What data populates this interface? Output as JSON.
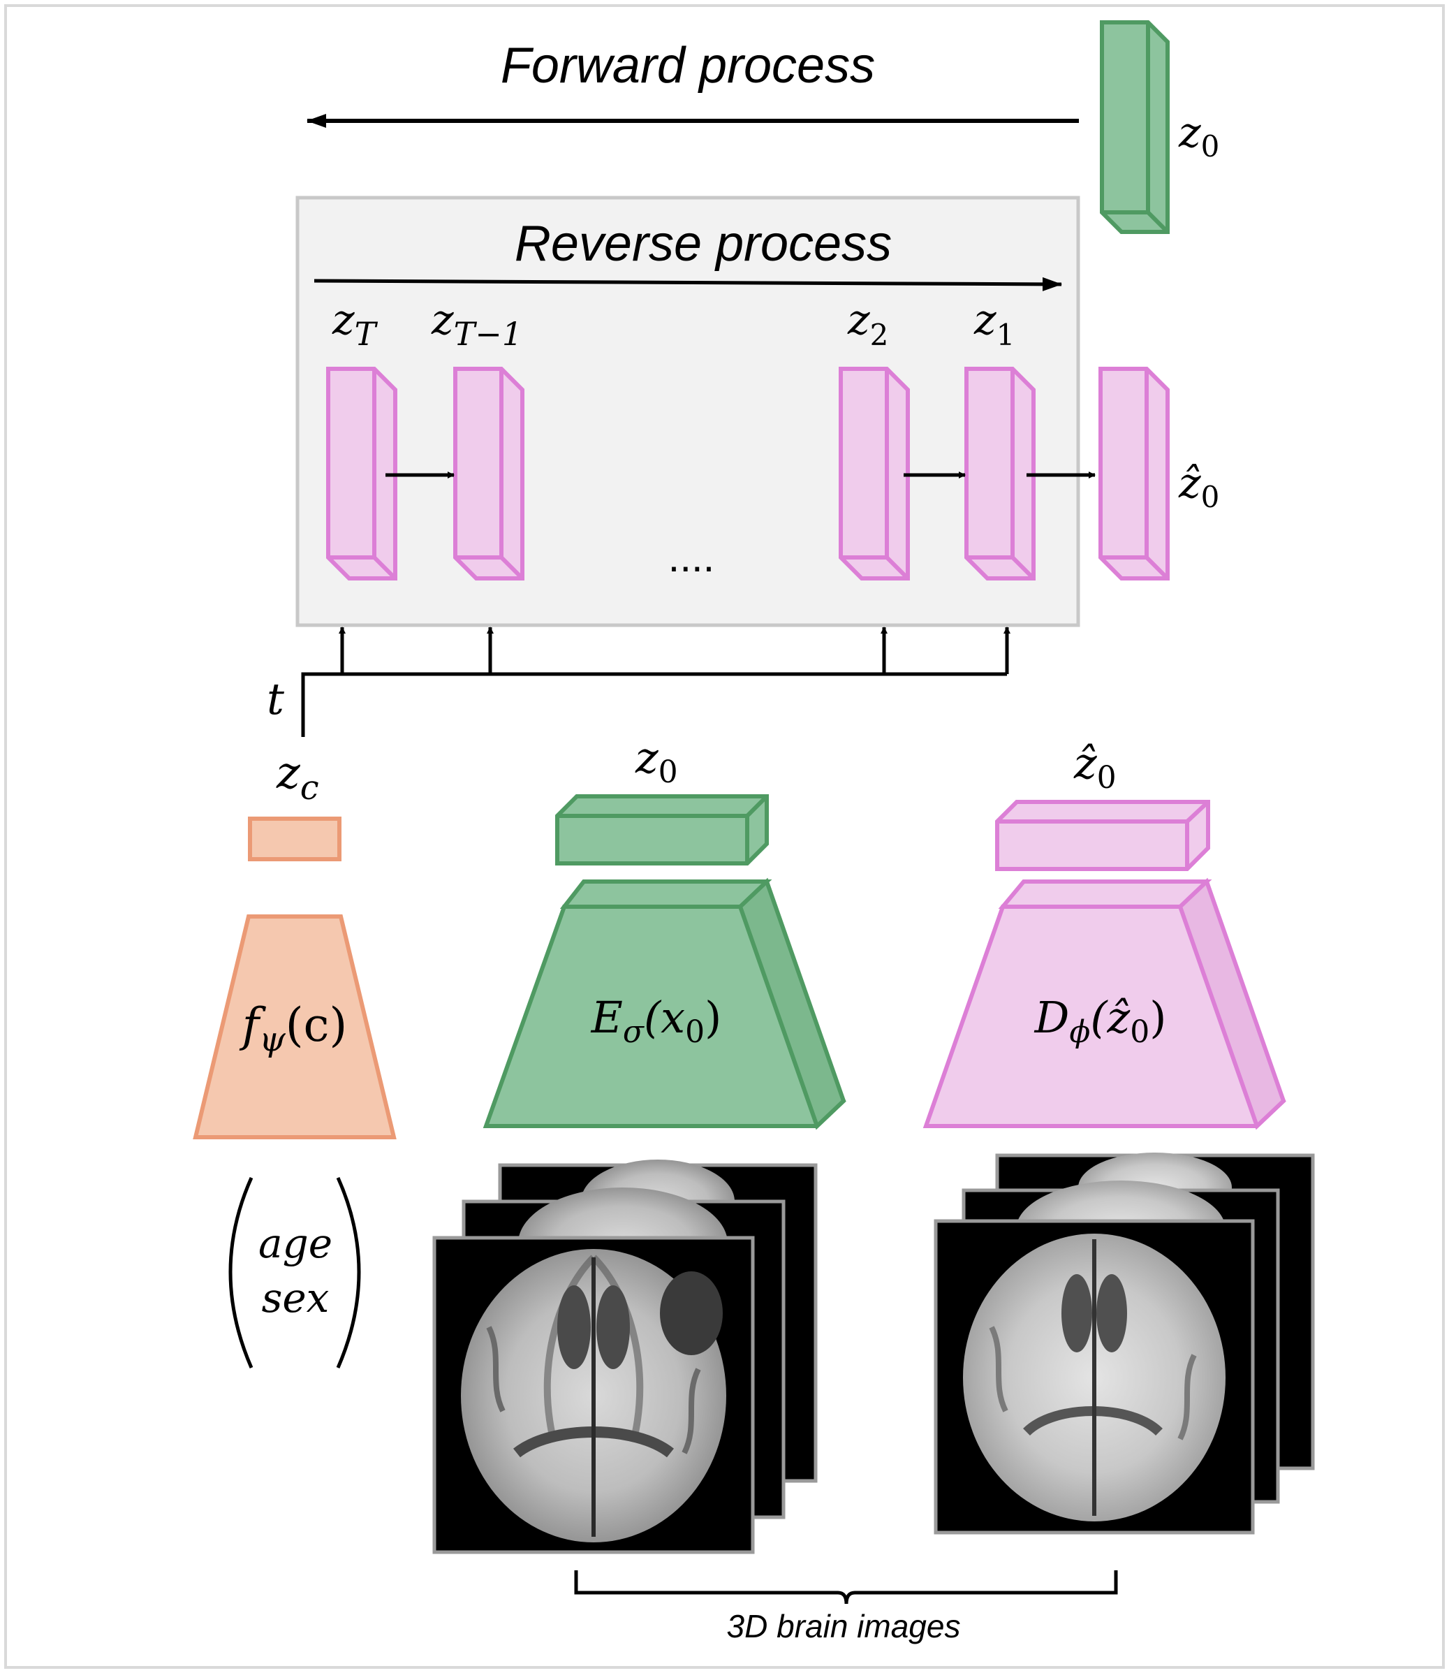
{
  "colors": {
    "green_fill": "#8DC49E",
    "green_stroke": "#4F9A62",
    "pink_fill": "#F0CCEC",
    "pink_stroke": "#DC7FD6",
    "orange_fill": "#F5C8AF",
    "orange_stroke": "#EB9A75",
    "panel_fill": "#F2F2F2",
    "panel_stroke": "#C8C8C8",
    "border": "#D9D9D9"
  },
  "forward": {
    "title": "Forward process"
  },
  "reverse": {
    "title": "Reverse process",
    "ellipsis": "...."
  },
  "latents": {
    "z0_main": "z",
    "z0_sub": "0",
    "zT_main": "z",
    "zT_sub": "T",
    "zT1_main": "z",
    "zT1_sub": "T−1",
    "z2_main": "z",
    "z2_sub": "2",
    "z1_main": "z",
    "z1_sub": "1",
    "zhat_main": "ẑ",
    "zhat_sub": "0"
  },
  "time": {
    "label": "t"
  },
  "condition": {
    "zc_main": "z",
    "zc_sub": "c",
    "encoder_f": "f",
    "encoder_sub": "ψ",
    "encoder_arg": "(c)",
    "vars": [
      "age",
      "sex"
    ]
  },
  "encoder": {
    "letter": "E",
    "sub": "σ",
    "arg_open": "(x",
    "arg_sub": "0",
    "arg_close": ")"
  },
  "decoder": {
    "letter": "D",
    "sub": "ϕ",
    "arg_open": "(ẑ",
    "arg_sub": "0",
    "arg_close": ")"
  },
  "images": {
    "caption": "3D brain images"
  }
}
